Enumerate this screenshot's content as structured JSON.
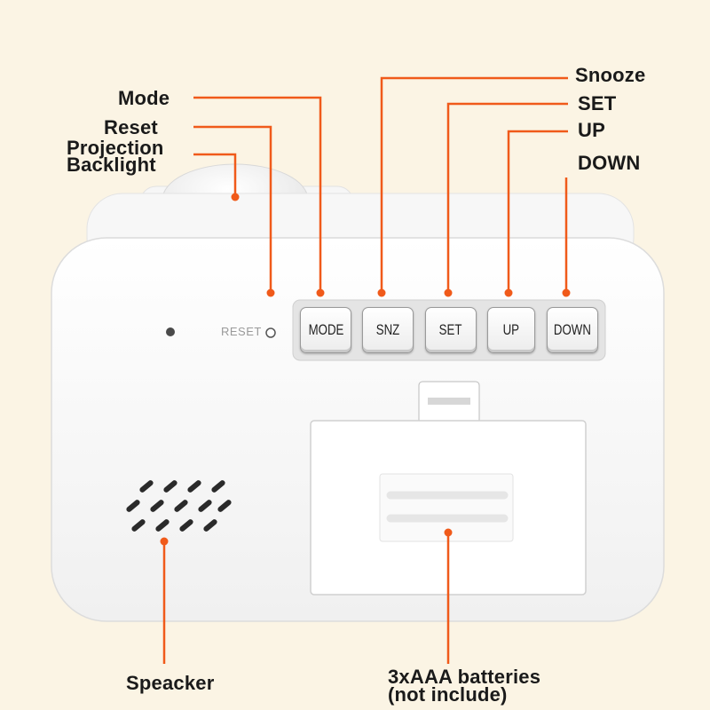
{
  "callouts": {
    "mode": "Mode",
    "reset": "Reset",
    "projection": "Projection",
    "backlight": "Backlight",
    "snooze": "Snooze",
    "set": "SET",
    "up": "UP",
    "down": "DOWN",
    "speaker": "Speacker",
    "batteries_line1": "3xAAA batteries",
    "batteries_line2": "(not include)"
  },
  "device": {
    "reset_label": "RESET",
    "buttons": {
      "mode": "MODE",
      "snz": "SNZ",
      "set": "SET",
      "up": "UP",
      "down": "DOWN"
    }
  },
  "colors": {
    "background": "#fbf4e4",
    "leader_line": "#f05a1a",
    "device_body": "#ffffff"
  }
}
